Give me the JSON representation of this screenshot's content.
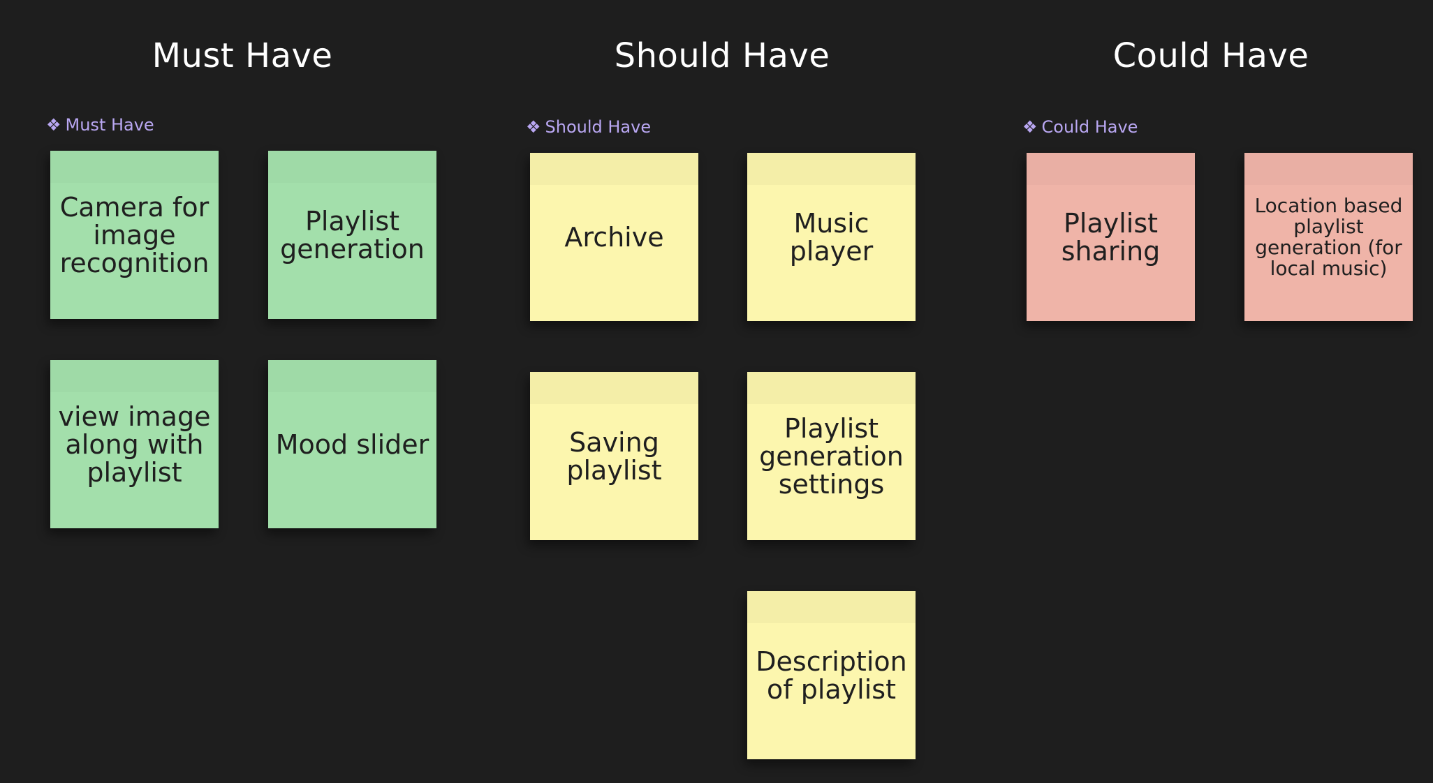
{
  "columns": [
    {
      "title": "Must Have",
      "section_label": "Must Have",
      "section_icon": "component-icon",
      "color": "#a3dfab",
      "notes": [
        "Camera for image recognition",
        "Playlist generation",
        "view image along with playlist",
        "Mood slider"
      ]
    },
    {
      "title": "Should Have",
      "section_label": "Should Have",
      "section_icon": "component-icon",
      "color": "#fcf6ae",
      "notes": [
        "Archive",
        "Music player",
        "Saving playlist",
        "Playlist generation settings",
        "Description of playlist"
      ]
    },
    {
      "title": "Could Have",
      "section_label": "Could Have",
      "section_icon": "component-icon",
      "color": "#efb4a8",
      "notes": [
        "Playlist sharing",
        "Location based playlist generation (for local music)"
      ]
    }
  ],
  "section_label_color": "#b9a7f2",
  "background_color": "#1e1e1e"
}
